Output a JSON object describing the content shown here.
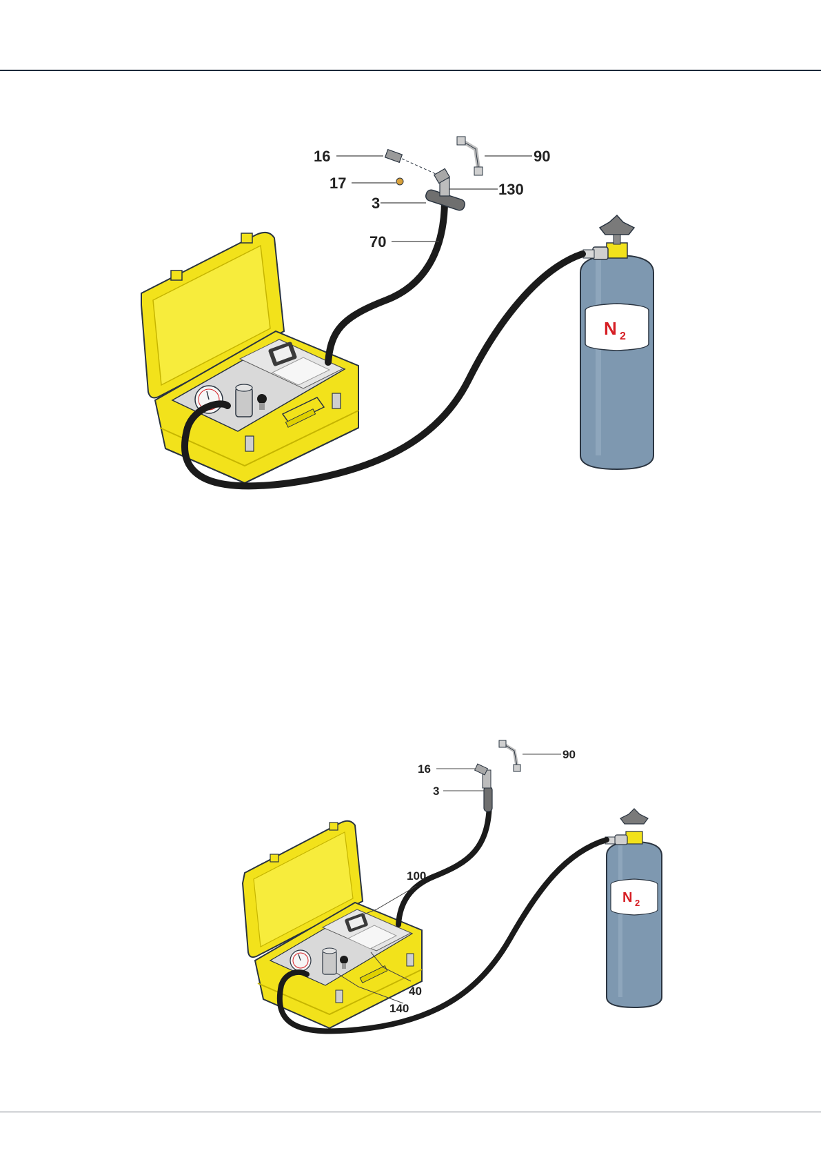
{
  "figure_1": {
    "labels": {
      "l16": "16",
      "l17": "17",
      "l3": "3",
      "l70": "70",
      "l90": "90",
      "l130": "130"
    },
    "cylinder_label": "N",
    "cylinder_sub": "2"
  },
  "figure_2": {
    "labels": {
      "l16": "16",
      "l3": "3",
      "l90": "90",
      "l100": "100",
      "l40": "40",
      "l140": "140"
    },
    "cylinder_label": "N",
    "cylinder_sub": "2"
  },
  "colors": {
    "case_yellow": "#f2e21b",
    "cylinder_blue": "#7e98b0",
    "hose_black": "#1b1b1b",
    "n2_red": "#d61e24"
  }
}
